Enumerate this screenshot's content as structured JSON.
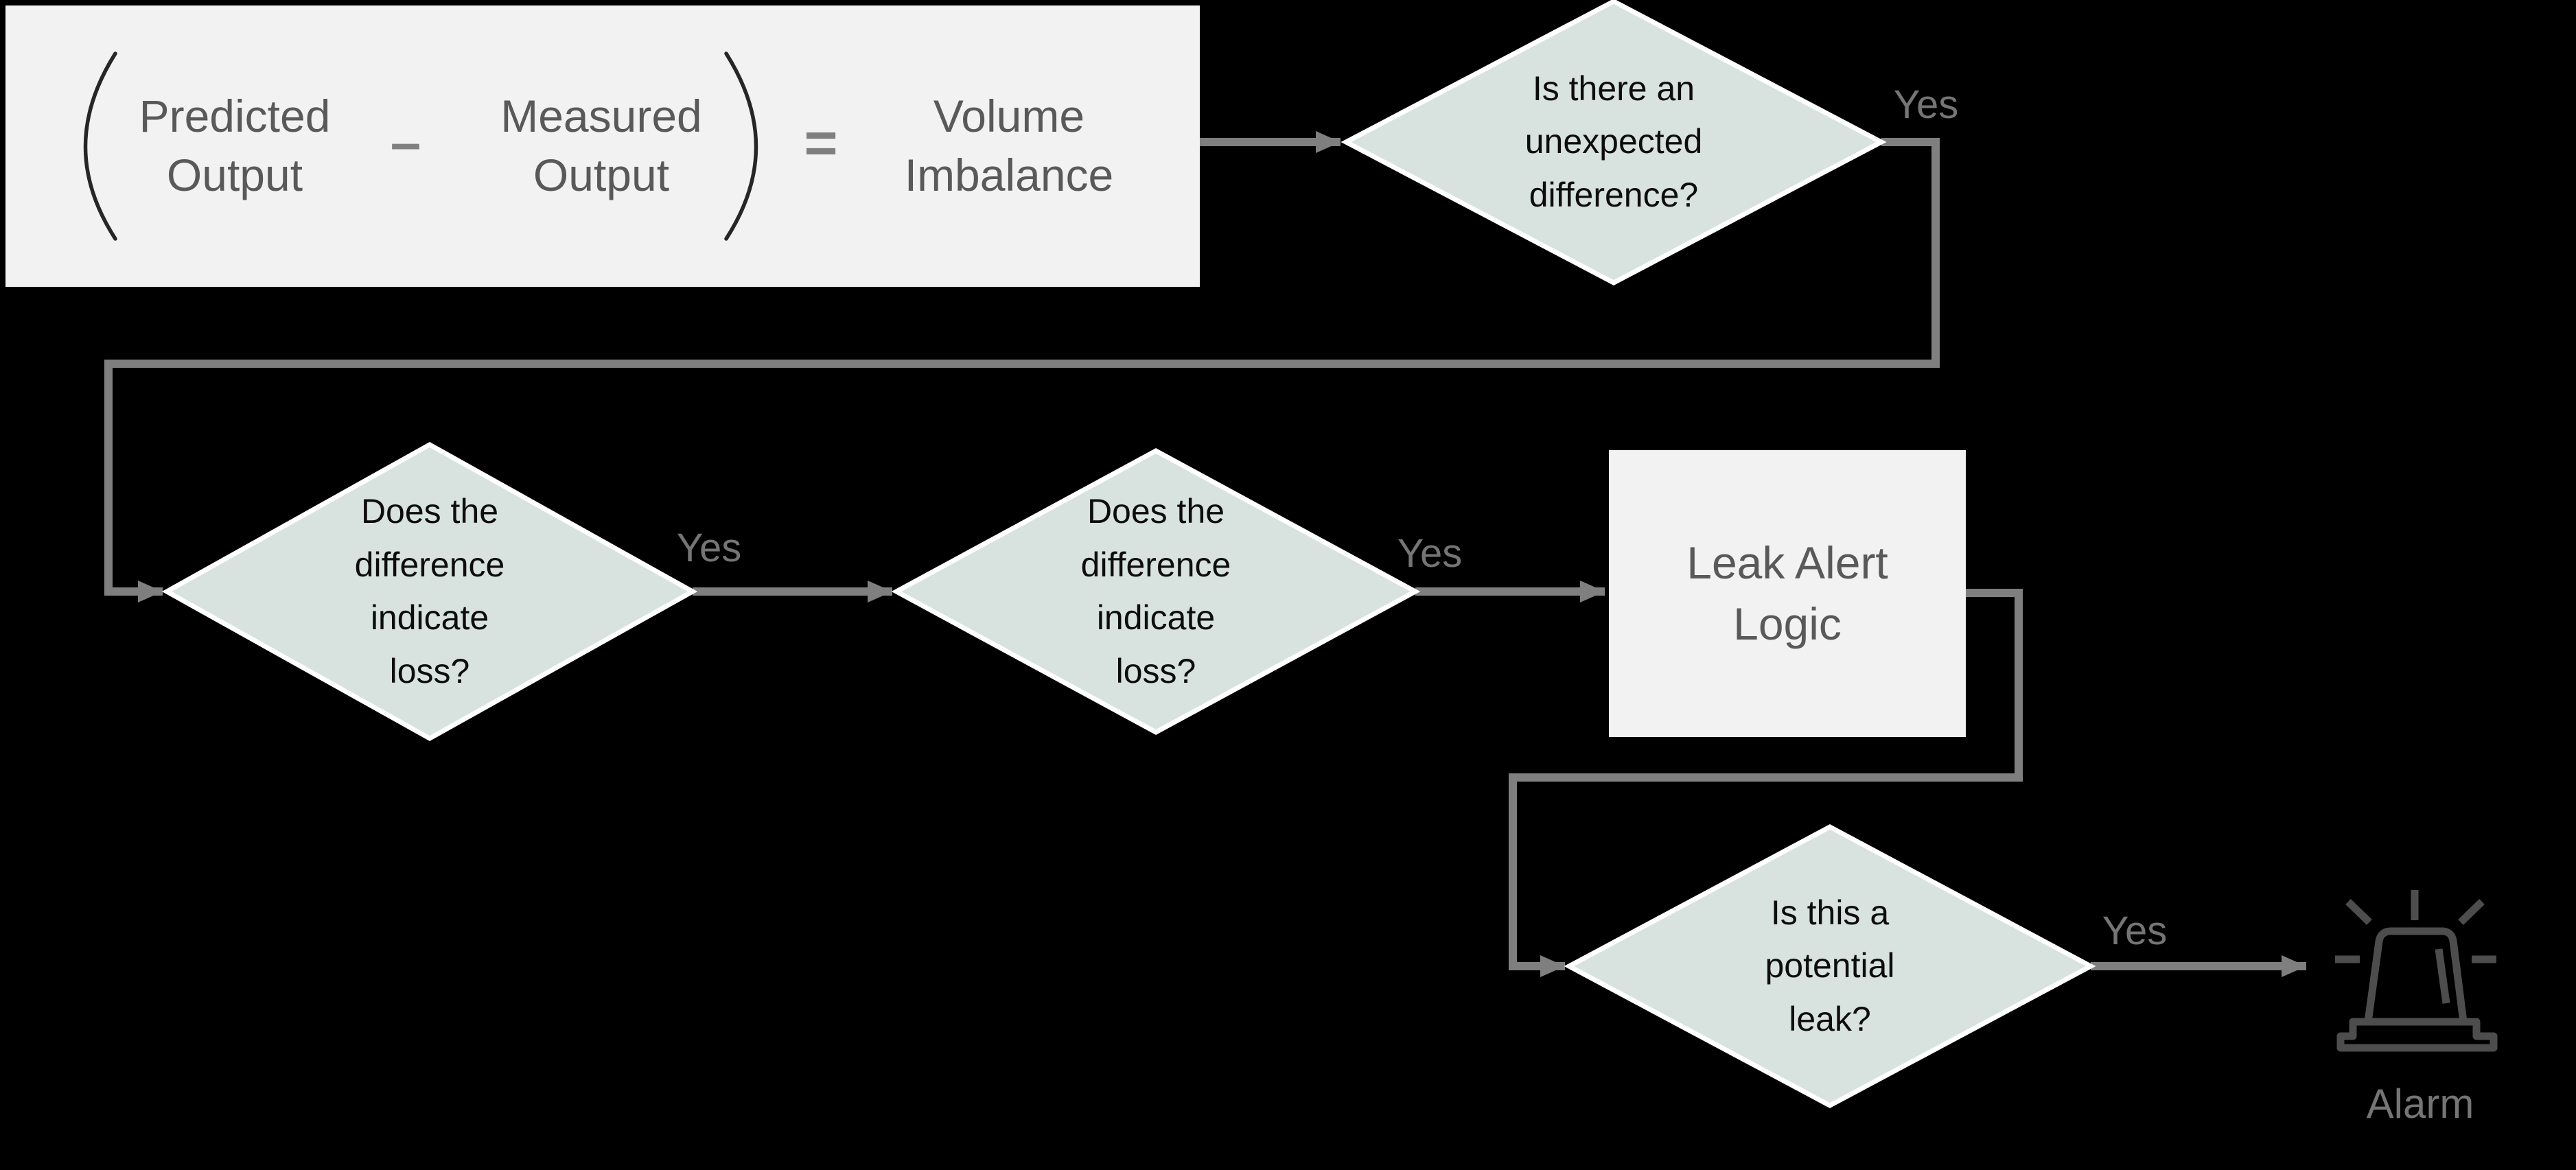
{
  "colors": {
    "bg": "#000000",
    "box_fill": "#f2f2f2",
    "box_text": "#595959",
    "paren": "#262626",
    "operator": "#7f7f7f",
    "diamond_fill": "#d8e2de",
    "diamond_stroke": "#ffffff",
    "diamond_text": "#0d0d0d",
    "connector": "#7f7f7f",
    "yes_text": "#757575",
    "alarm_icon": "#4d4d4d",
    "alarm_text": "#757575"
  },
  "formula": {
    "open_bracket": "(",
    "minuend": "Predicted Output",
    "minus": "–",
    "subtrahend": "Measured Output",
    "close_bracket": ")",
    "equals": "=",
    "result": "Volume Imbalance"
  },
  "decisions": [
    {
      "label": "Is there an unexpected difference?",
      "yes": "Yes"
    },
    {
      "label": "Does the difference indicate loss?",
      "yes": "Yes"
    },
    {
      "label": "Does the difference indicate loss?",
      "yes": "Yes"
    },
    {
      "label": "Is this a potential leak?",
      "yes": "Yes"
    }
  ],
  "process": {
    "label": "Leak Alert Logic"
  },
  "alarm": {
    "label": "Alarm",
    "icon": "siren-icon"
  }
}
